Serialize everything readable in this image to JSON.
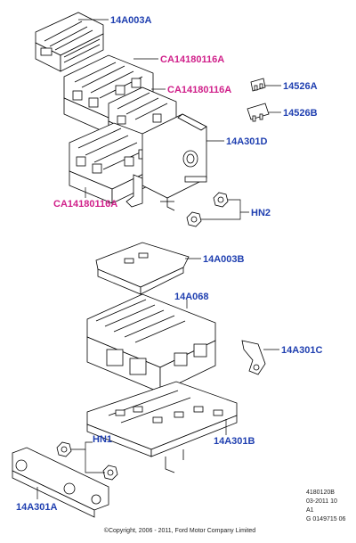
{
  "labels": {
    "p14a003a": "14A003A",
    "ca1": "CA14180116A",
    "ca2": "CA14180116A",
    "ca3": "CA14180116A",
    "p14526a": "14526A",
    "p14526b": "14526B",
    "p14a301d": "14A301D",
    "hn2": "HN2",
    "p14a003b": "14A003B",
    "p14a068": "14A068",
    "p14a301c": "14A301C",
    "hn1": "HN1",
    "p14a301b": "14A301B",
    "p14a301a": "14A301A"
  },
  "colors": {
    "blue_label": "#1f3fb0",
    "magenta_label": "#d0208a",
    "line": "#000000"
  },
  "reference": {
    "line1": "4180120B",
    "line2": "03-2011 10",
    "line3": "A1",
    "line4": "G 0149715 06"
  },
  "footer": {
    "copyright": "©Copyright, 2006 - 2011, Ford Motor Company Limited"
  }
}
